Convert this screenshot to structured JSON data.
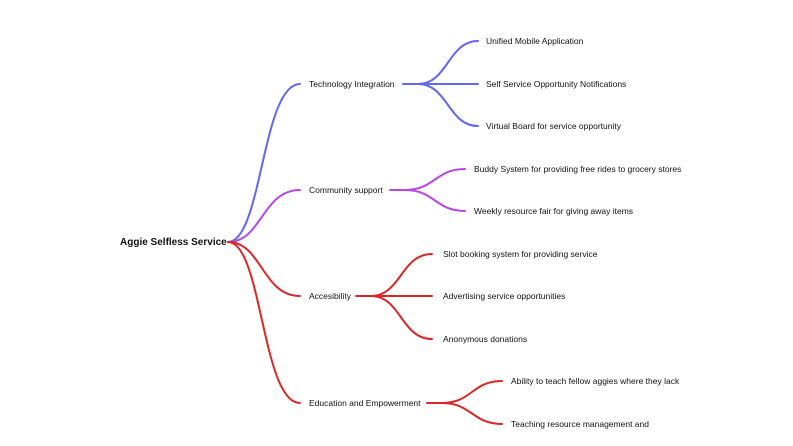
{
  "mindmap": {
    "root": "Aggie Selfless Service",
    "branches": [
      {
        "label": "Technology Integration",
        "color": "#6366f1",
        "children": [
          "Unified Mobile Application",
          "Self Service Opportunity Notifications",
          "Virtual Board for service opportunity"
        ]
      },
      {
        "label": "Community support",
        "color": "#b845e6",
        "children": [
          "Buddy System for providing free rides to grocery stores",
          "Weekly resource fair for giving away items"
        ]
      },
      {
        "label": "Accesibility",
        "color": "#dc2626",
        "children": [
          "Slot booking system for providing service",
          "Advertising service opportunities",
          "Anonymous donations"
        ]
      },
      {
        "label": "Education and Empowerment",
        "color": "#dc2626",
        "children": [
          "Ability to teach fellow aggies where they lack",
          "Teaching resource management and"
        ]
      }
    ]
  }
}
